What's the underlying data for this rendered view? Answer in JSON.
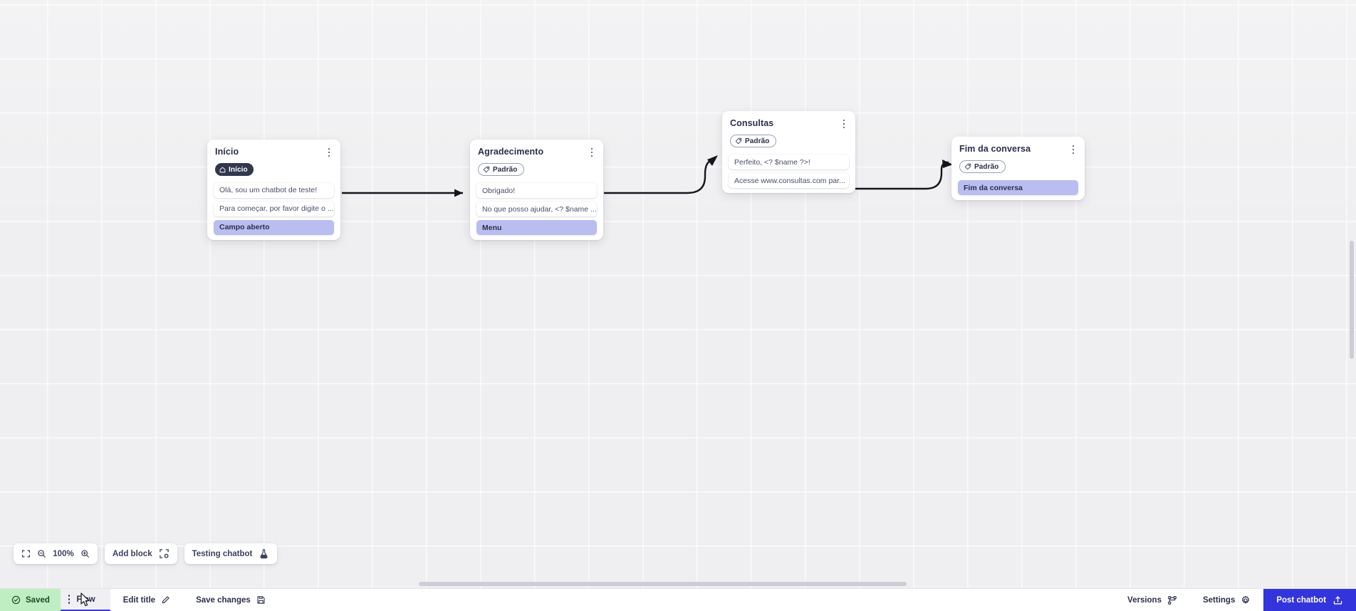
{
  "canvas": {
    "zoom_level": "100%",
    "nodes": [
      {
        "id": "inicio",
        "title": "Início",
        "chip": {
          "label": "Início",
          "style": "dark",
          "icon": "home-icon"
        },
        "rows": [
          {
            "text": "Olá, sou um chatbot de teste!",
            "style": "msg"
          },
          {
            "text": "Para começar, por favor digite o ...",
            "style": "msg"
          },
          {
            "text": "Campo aberto",
            "style": "accent"
          }
        ]
      },
      {
        "id": "agradecimento",
        "title": "Agradecimento",
        "chip": {
          "label": "Padrão",
          "style": "outline",
          "icon": "tag-icon"
        },
        "rows": [
          {
            "text": "Obrigado!",
            "style": "msg"
          },
          {
            "text": "No que posso ajudar, <? $name ...",
            "style": "msg"
          },
          {
            "text": "Menu",
            "style": "accent"
          }
        ]
      },
      {
        "id": "consultas",
        "title": "Consultas",
        "chip": {
          "label": "Padrão",
          "style": "outline",
          "icon": "tag-icon"
        },
        "rows": [
          {
            "text": "Perfeito, <? $name ?>!",
            "style": "msg"
          },
          {
            "text": "Acesse www.consultas.com par...",
            "style": "msg"
          }
        ]
      },
      {
        "id": "fim-da-conversa",
        "title": "Fim da conversa",
        "chip": {
          "label": "Padrão",
          "style": "outline",
          "icon": "tag-icon"
        },
        "rows": [
          {
            "text": "Fim da conversa",
            "style": "accent"
          }
        ]
      }
    ]
  },
  "toolbar": {
    "fit_screen_icon": "fit-screen-icon",
    "zoom_out_icon": "zoom-out-icon",
    "zoom_in_icon": "zoom-in-icon",
    "zoom_label": "100%",
    "add_block_label": "Add block",
    "add_block_icon": "add-block-icon",
    "testing_chatbot_label": "Testing chatbot",
    "testing_chatbot_icon": "flask-icon"
  },
  "bottom_bar": {
    "saved_label": "Saved",
    "saved_icon": "check-circle-icon",
    "flow_tab_label": "Flow",
    "edit_title_label": "Edit title",
    "edit_title_icon": "pencil-icon",
    "save_changes_label": "Save changes",
    "save_changes_icon": "floppy-disk-icon",
    "versions_label": "Versions",
    "versions_icon": "branch-icon",
    "settings_label": "Settings",
    "settings_icon": "gear-icon",
    "post_chatbot_label": "Post chatbot",
    "post_chatbot_icon": "upload-icon"
  },
  "colors": {
    "accent_blue": "#3434dd",
    "saved_green": "#bfeec2",
    "chip_accent": "#b9bdf0",
    "dark_chip": "#32364f",
    "canvas_bg": "#efeff1"
  }
}
